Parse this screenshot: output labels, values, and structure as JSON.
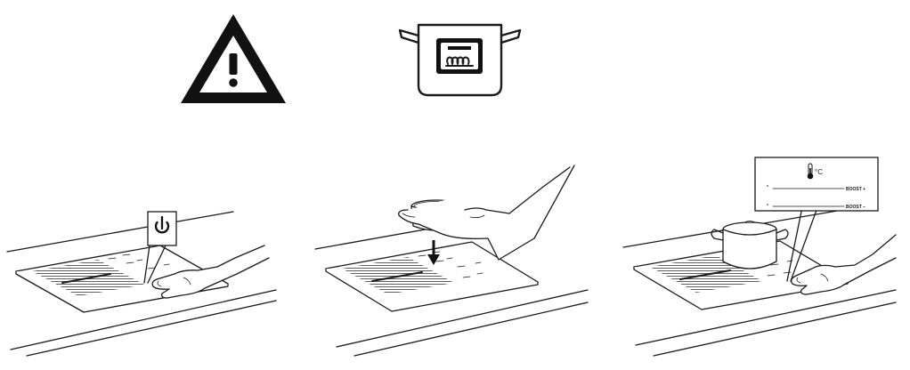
{
  "icons": {
    "warning": "warning-triangle-icon",
    "cookware": "induction-pot-icon",
    "power": "power-icon",
    "thermometer": "thermometer-icon"
  },
  "display": {
    "unit": "°C",
    "boost_plus": "BOOST +",
    "boost_minus": "BOOST −"
  },
  "colors": {
    "line": "#1a1a1a",
    "background": "#ffffff"
  }
}
